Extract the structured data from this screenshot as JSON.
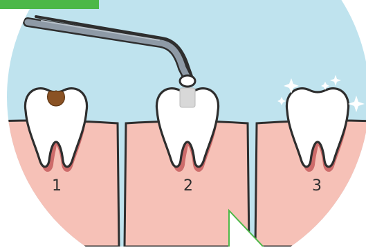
{
  "steps": [
    {
      "label": "1",
      "state": "decayed"
    },
    {
      "label": "2",
      "state": "filling"
    },
    {
      "label": "3",
      "state": "restored"
    }
  ],
  "colors": {
    "sky": "#bfe3ee",
    "gum": "#f6c1b7",
    "gum_shadow": "#cd6b6a",
    "tooth": "#ffffff",
    "outline": "#2e2e2e",
    "cavity": "#8a5224",
    "filling": "#d8d8d8",
    "sparkle": "#ffffff",
    "tag": "#4cb848",
    "pointer": "#ffffff",
    "pointer_border": "#4cb848"
  },
  "icons": {
    "tool": "dental-tweezers-icon",
    "sparkle": "sparkle-icon"
  }
}
